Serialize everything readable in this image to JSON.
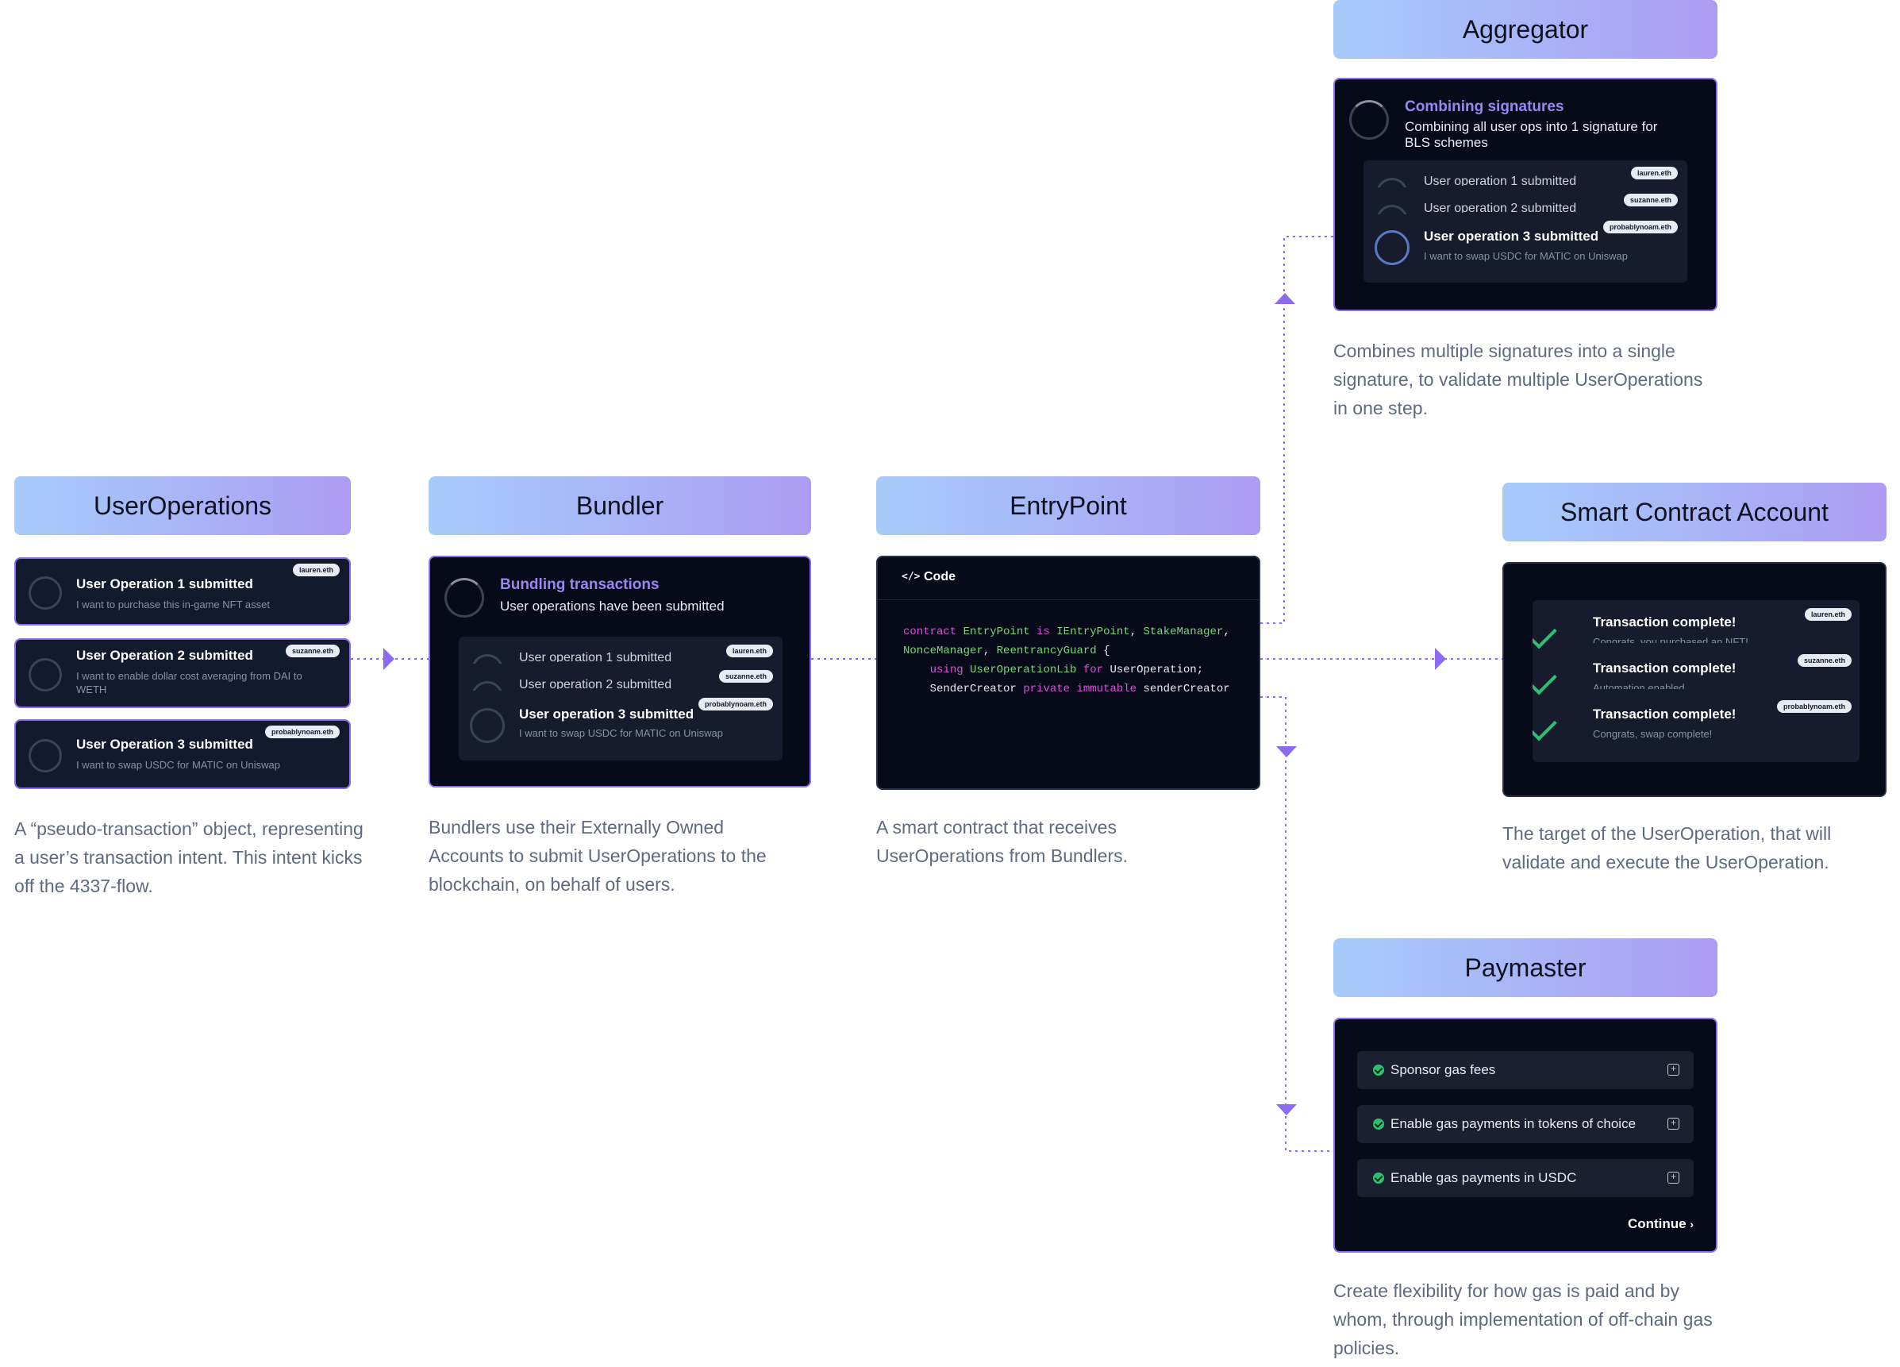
{
  "user_operations": {
    "header": "UserOperations",
    "ops": [
      {
        "title": "User Operation 1 submitted",
        "subtitle": "I want to purchase this in-game NFT asset",
        "badge": "lauren.eth"
      },
      {
        "title": "User Operation 2 submitted",
        "subtitle": "I want to enable dollar cost averaging from DAI to WETH",
        "badge": "suzanne.eth"
      },
      {
        "title": "User Operation 3 submitted",
        "subtitle": "I want to swap USDC for MATIC on Uniswap",
        "badge": "probablynoam.eth"
      }
    ],
    "description": "A “pseudo-transaction” object, representing a user’s transaction intent. This intent kicks off the 4337-flow."
  },
  "bundler": {
    "header": "Bundler",
    "status_title": "Bundling transactions",
    "status_subtitle": "User operations have been submitted",
    "ops": [
      {
        "title": "User operation 1 submitted",
        "badge": "lauren.eth"
      },
      {
        "title": "User operation 2 submitted",
        "badge": "suzanne.eth"
      },
      {
        "title": "User operation 3 submitted",
        "subtitle": "I want to swap USDC for MATIC on Uniswap",
        "badge": "probablynoam.eth"
      }
    ],
    "description": "Bundlers use their Externally Owned Accounts to submit UserOperations to the blockchain, on behalf of users."
  },
  "entrypoint": {
    "header": "EntryPoint",
    "code_tab": "Code",
    "code_tab_icon": "code-brackets-icon",
    "description": "A smart contract that receives UserOperations from Bundlers."
  },
  "aggregator": {
    "header": "Aggregator",
    "status_title": "Combining signatures",
    "status_subtitle": "Combining all user ops into 1 signature for BLS schemes",
    "ops": [
      {
        "title": "User operation 1 submitted",
        "badge": "lauren.eth"
      },
      {
        "title": "User operation 2 submitted",
        "badge": "suzanne.eth"
      },
      {
        "title": "User operation 3 submitted",
        "subtitle": "I want to swap USDC for MATIC on Uniswap",
        "badge": "probablynoam.eth"
      }
    ],
    "description": "Combines multiple signatures into a single signature, to validate multiple UserOperations in one step."
  },
  "smart_contract_account": {
    "header": "Smart Contract Account",
    "items": [
      {
        "title": "Transaction complete!",
        "subtitle": "Congrats, you purchased an NFT!",
        "badge": "lauren.eth"
      },
      {
        "title": "Transaction complete!",
        "subtitle": "Automation enabled",
        "badge": "suzanne.eth"
      },
      {
        "title": "Transaction complete!",
        "subtitle": "Congrats, swap complete!",
        "badge": "probablynoam.eth"
      }
    ],
    "description": "The target of the UserOperation, that will validate and execute the UserOperation."
  },
  "paymaster": {
    "header": "Paymaster",
    "options": [
      {
        "label": "Sponsor gas fees"
      },
      {
        "label": "Enable gas payments in tokens of choice"
      },
      {
        "label": "Enable gas payments in USDC"
      }
    ],
    "continue_label": "Continue",
    "description": "Create flexibility for how gas is paid and by whom, through implementation of off-chain gas policies."
  },
  "colors": {
    "header_gradient_start": "#a7cbfb",
    "header_gradient_end": "#ad9bf2",
    "panel_bg": "#070a18",
    "accent_purple": "#8b6cf0",
    "success_green": "#2fbf71",
    "connector": "#8b6cf0"
  }
}
